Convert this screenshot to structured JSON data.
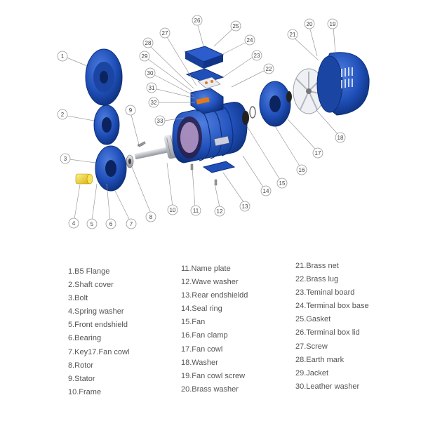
{
  "diagram": {
    "callouts": [
      "1",
      "2",
      "3",
      "4",
      "5",
      "6",
      "7",
      "8",
      "9",
      "10",
      "11",
      "12",
      "13",
      "14",
      "15",
      "16",
      "17",
      "18",
      "19",
      "20",
      "21",
      "22",
      "23",
      "24",
      "25",
      "26",
      "27",
      "28",
      "29",
      "30",
      "31",
      "32",
      "33"
    ]
  },
  "legend": {
    "col1": [
      "1.B5 Flange",
      "2.Shaft cover",
      "3.Bolt",
      "4.Spring washer",
      "5.Front endshield",
      "6.Bearing",
      "7.Key17.Fan cowl",
      "8.Rotor",
      "9.Stator",
      "10.Frame"
    ],
    "col2": [
      "11.Name plate",
      "12.Wave washer",
      "13.Rear endshieldd",
      "14.Seal ring",
      "15.Fan",
      "16.Fan clamp",
      "17.Fan cowl",
      "18.Washer",
      "19.Fan cowl screw",
      "20.Brass washer"
    ],
    "col3": [
      "21.Brass net",
      "22.Brass lug",
      "23.Teminal board",
      "24.Terminal box base",
      "25.Gasket",
      "26.Terminal box lid",
      "27.Screw",
      "28.Earth mark",
      "29.Jacket",
      "30.Leather washer"
    ]
  },
  "colors": {
    "motor_blue": "#1f4fb8",
    "dark_blue": "#0d2f7a",
    "accent_orange": "#e07a1a",
    "brass_yellow": "#f0d020",
    "metal_gray": "#b9bcc2"
  }
}
